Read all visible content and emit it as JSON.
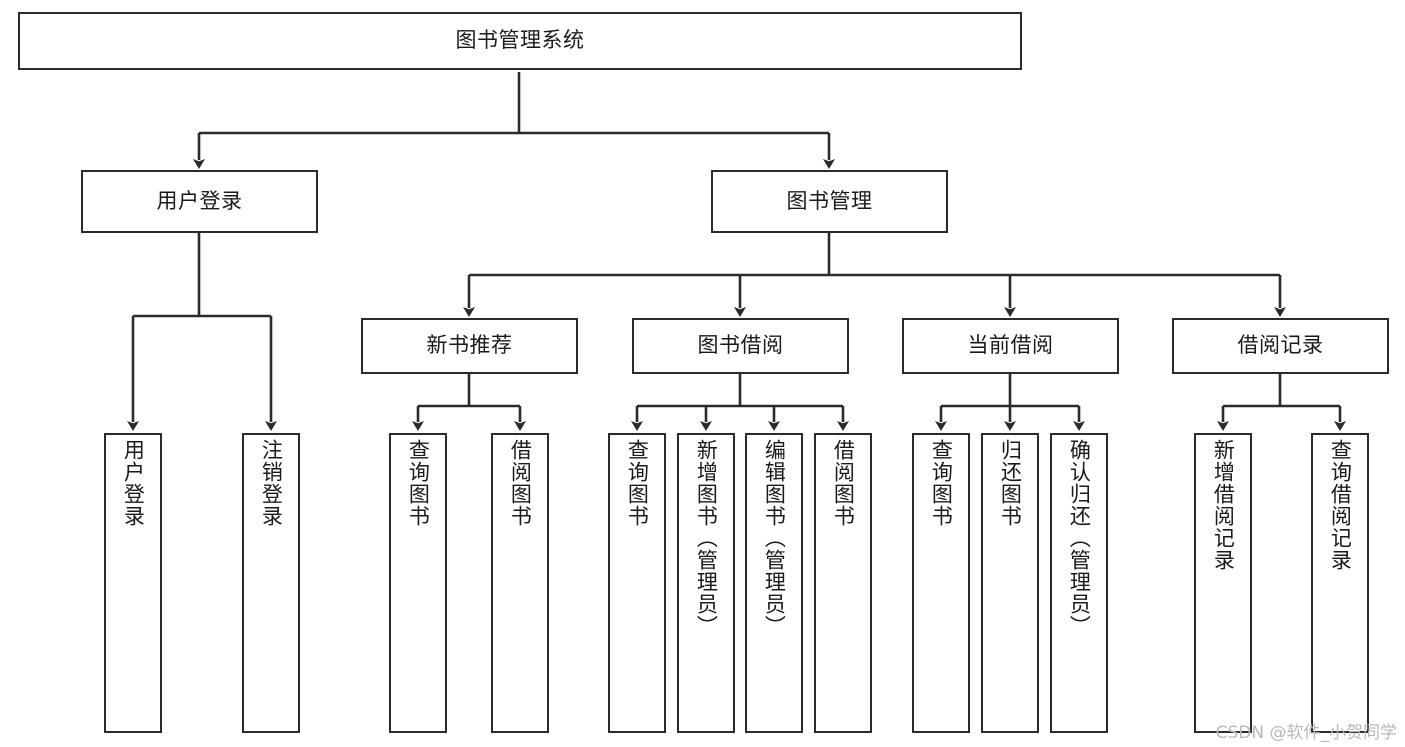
{
  "diagram": {
    "type": "tree",
    "title": "图书管理系统",
    "watermark": "CSDN @软件_小贺同学",
    "colors": {
      "stroke": "#2b2b2b",
      "fill": "#ffffff",
      "text": "#1a1a1a",
      "watermark": "#b9b9b9"
    },
    "nodes": {
      "root": {
        "label": "图书管理系统"
      },
      "level2": [
        {
          "label": "用户登录"
        },
        {
          "label": "图书管理"
        }
      ],
      "level3": [
        {
          "label": "新书推荐"
        },
        {
          "label": "图书借阅"
        },
        {
          "label": "当前借阅"
        },
        {
          "label": "借阅记录"
        }
      ],
      "leaves_user_login": [
        {
          "label": "用户登录"
        },
        {
          "label": "注销登录"
        }
      ],
      "leaves_new_book": [
        {
          "label": "查询图书"
        },
        {
          "label": "借阅图书"
        }
      ],
      "leaves_borrow": [
        {
          "label": "查询图书"
        },
        {
          "label": "新增图书（管理员）"
        },
        {
          "label": "编辑图书（管理员）"
        },
        {
          "label": "借阅图书"
        }
      ],
      "leaves_current": [
        {
          "label": "查询图书"
        },
        {
          "label": "归还图书"
        },
        {
          "label": "确认归还（管理员）"
        }
      ],
      "leaves_record": [
        {
          "label": "新增借阅记录"
        },
        {
          "label": "查询借阅记录"
        }
      ]
    }
  }
}
